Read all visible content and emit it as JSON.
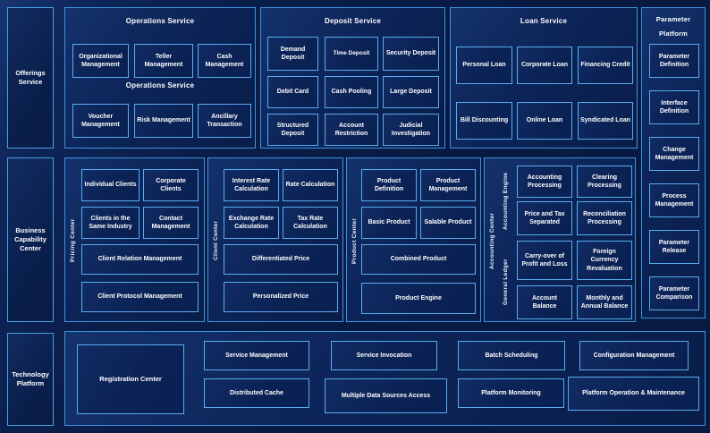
{
  "palette": {
    "background": "#081a42",
    "group_border": "#3e93de",
    "box_border": "#5aacf0",
    "text": "#ffffff"
  },
  "left_rail": {
    "offerings": "Offerings Service",
    "business": "Business Capability Center",
    "technology": "Technology Platform"
  },
  "operations": {
    "title": "Operations Service",
    "subtitle": "Operations Service",
    "items": [
      "Organizational Management",
      "Teller Management",
      "Cash Management",
      "Voucher Management",
      "Risk Management",
      "Ancillary Transaction"
    ]
  },
  "deposit": {
    "title": "Deposit Service",
    "items": [
      "Demand Deposit",
      "Time Deposit",
      "Security Deposit",
      "Debit Card",
      "Cash Pooling",
      "Large Deposit",
      "Structured Deposit",
      "Account Restriction",
      "Judicial Investigation"
    ]
  },
  "loan": {
    "title": "Loan Service",
    "items": [
      "Personal Loan",
      "Corporate Loan",
      "Financing Credit",
      "Bill Discounting",
      "Online Loan",
      "Syndicated Loan"
    ]
  },
  "parameter": {
    "title_line1": "Parameter",
    "title_line2": "Platform",
    "items": [
      "Parameter Definition",
      "Interface Definition",
      "Change Management",
      "Process Management",
      "Parameter Release",
      "Parameter Comparison"
    ]
  },
  "pricing": {
    "label": "Pricing Center",
    "items": [
      "Individual Clients",
      "Corporate Clients",
      "Clients in the Same Industry",
      "Contact Management",
      "Client Relation Management",
      "Client Protocol Management"
    ]
  },
  "client": {
    "label": "Client Center",
    "items": [
      "Interest Rate Calculation",
      "Rate Calculation",
      "Exchange Rate Calculation",
      "Tax Rate Calculation",
      "Differentiated Price",
      "Personalized Price"
    ]
  },
  "product": {
    "label": "Product Center",
    "items": [
      "Product Definition",
      "Product Management",
      "Basic Product",
      "Salable Product",
      "Combined Product",
      "Product Engine"
    ]
  },
  "accounting": {
    "label": "Accounting Center",
    "engine_label": "Accounting Engine",
    "ledger_label": "General Ledger",
    "engine_items": [
      "Accounting Processing",
      "Clearing Processing",
      "Price and Tax Separated",
      "Reconciliation Processing"
    ],
    "ledger_items": [
      "Carry-over of Profit and Loss",
      "Foreign Currency Revaluation",
      "Account Balance",
      "Monthly and Annual Balance"
    ]
  },
  "technology": {
    "registration": "Registration Center",
    "items": [
      "Service Management",
      "Service Invocation",
      "Batch Scheduling",
      "Configuration Management",
      "Distributed Cache",
      "Multiple Data Sources Access",
      "Platform Monitoring",
      "Platform Operation & Maintenance"
    ]
  }
}
